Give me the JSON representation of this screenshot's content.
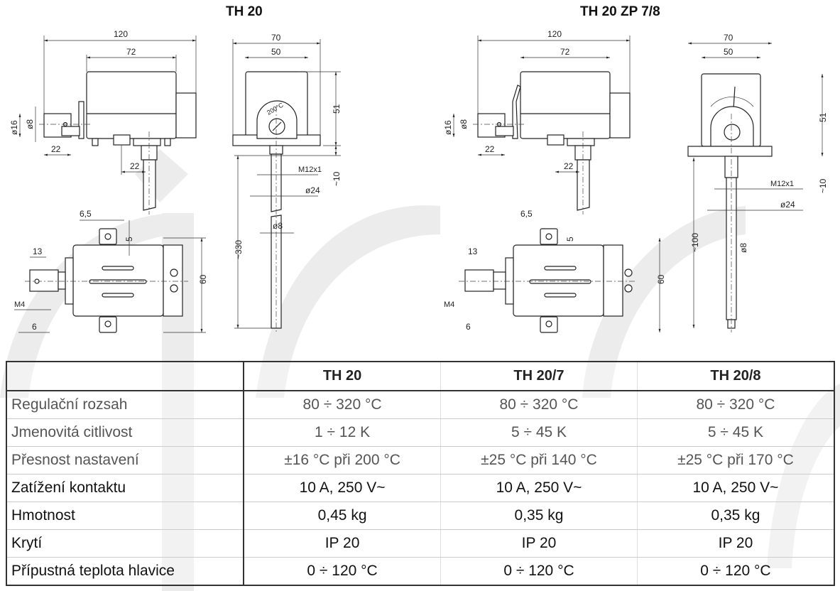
{
  "titles": {
    "left": "TH 20",
    "right": "TH 20 ZP 7/8"
  },
  "left_drawing": {
    "d120": "120",
    "d72": "72",
    "d16": "ø16",
    "d8a": "ø8",
    "d22a": "22",
    "d22b": "22",
    "d70": "70",
    "d50": "50",
    "d51": "51",
    "d10": "~10",
    "m12": "M12x1",
    "d24": "ø24",
    "d8b": "ø8",
    "dlen": "~330",
    "d65": "6,5",
    "d5": "5",
    "d13": "13",
    "d60": "60",
    "m4": "M4",
    "d6": "6",
    "dial": "200°C"
  },
  "right_drawing": {
    "d120": "120",
    "d72": "72",
    "d16": "ø16",
    "d8a": "ø8",
    "d22a": "22",
    "d22b": "22",
    "d70": "70",
    "d50": "50",
    "d51": "51",
    "d10": "~10",
    "m12": "M12x1",
    "d24": "ø24",
    "d8b": "ø8",
    "dlen": "~100",
    "d65": "6,5",
    "d5": "5",
    "d13": "13",
    "d60": "60",
    "m4": "M4",
    "d6": "6"
  },
  "table": {
    "headers": [
      "",
      "TH 20",
      "TH 20/7",
      "TH 20/8"
    ],
    "rows": [
      {
        "label": "Regulační rozsah",
        "values": [
          "80 ÷ 320 °C",
          "80 ÷ 320 °C",
          "80 ÷ 320 °C"
        ]
      },
      {
        "label": "Jmenovitá citlivost",
        "values": [
          "1 ÷ 12 K",
          "5 ÷ 45 K",
          "5 ÷ 45 K"
        ]
      },
      {
        "label": "Přesnost nastavení",
        "values": [
          "±16 °C při 200 °C",
          "±25 °C při 140 °C",
          "±25 °C při 170 °C"
        ]
      },
      {
        "label": "Zatížení kontaktu",
        "values": [
          "10 A, 250 V~",
          "10 A, 250 V~",
          "10 A, 250 V~"
        ]
      },
      {
        "label": "Hmotnost",
        "values": [
          "0,45 kg",
          "0,35 kg",
          "0,35 kg"
        ]
      },
      {
        "label": "Krytí",
        "values": [
          "IP 20",
          "IP 20",
          "IP 20"
        ]
      },
      {
        "label": "Přípustná teplota hlavice",
        "values": [
          "0 ÷ 120 °C",
          "0 ÷ 120 °C",
          "0 ÷ 120 °C"
        ]
      }
    ]
  }
}
